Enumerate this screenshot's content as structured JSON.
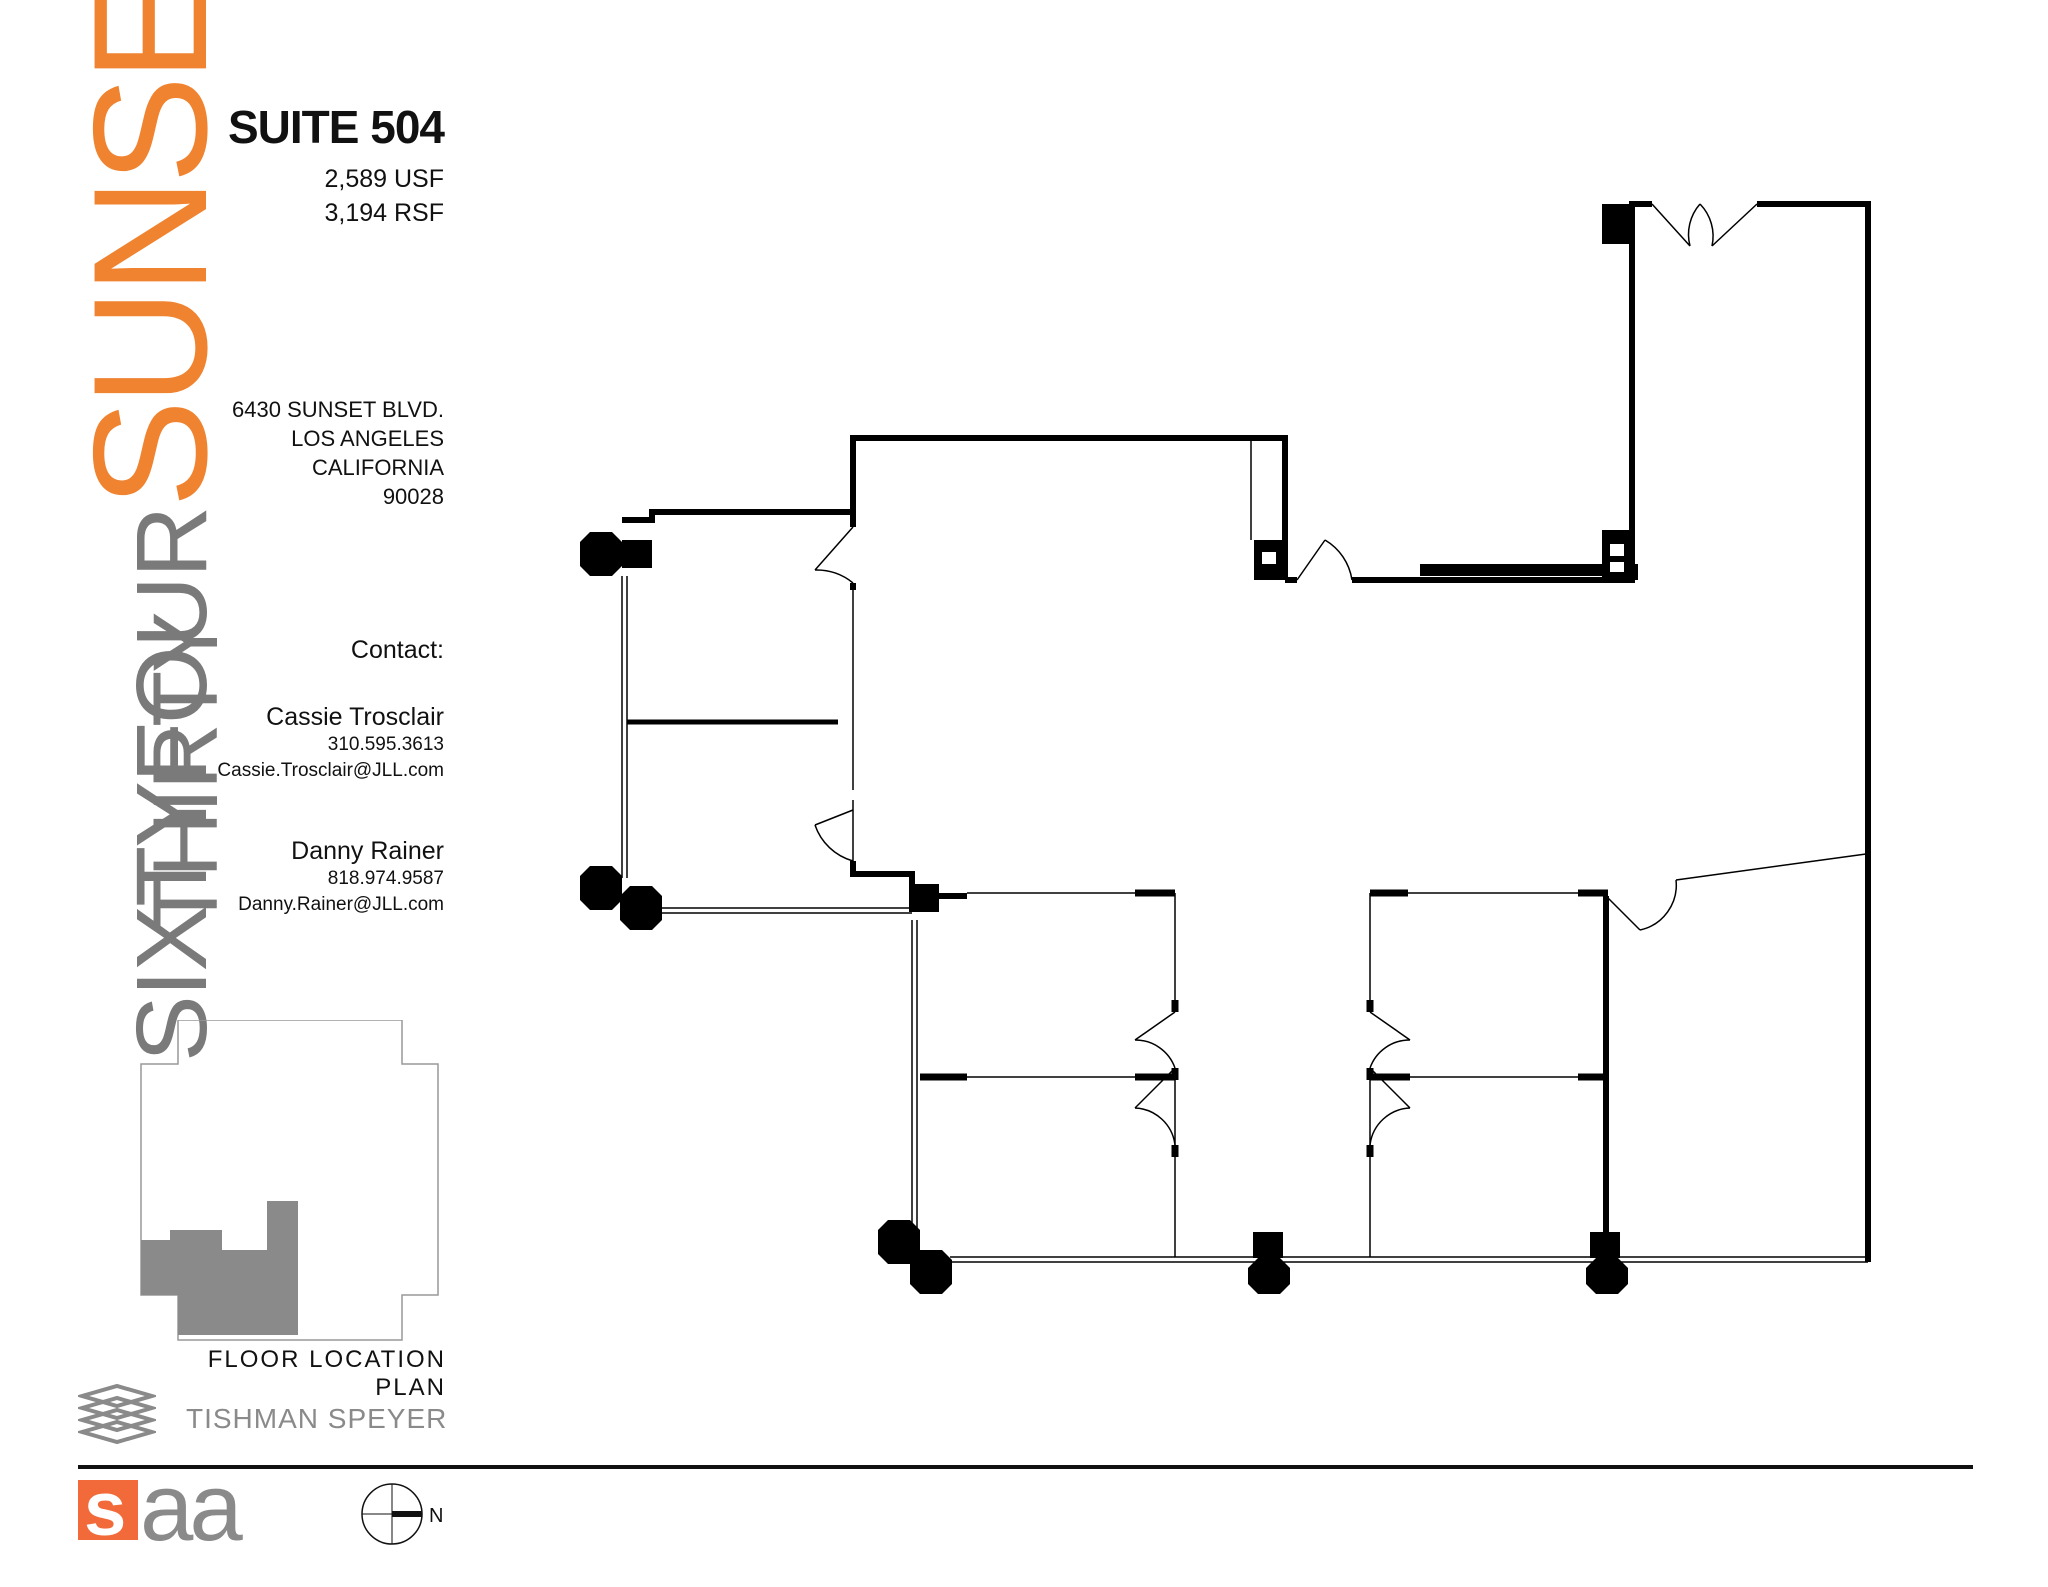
{
  "brand": {
    "word_sixty_four": "SIXTYFOUR",
    "word_sunset": "SUNSET",
    "word_thirty": "THIRTY",
    "accent_color": "#f08330",
    "gray_color": "#7a7a7a"
  },
  "suite": {
    "title": "SUITE 504",
    "usf": "2,589 USF",
    "rsf": "3,194 RSF"
  },
  "address": {
    "line1": "6430 SUNSET BLVD.",
    "line2": "LOS ANGELES",
    "line3": "CALIFORNIA",
    "line4": "90028"
  },
  "contacts": {
    "heading": "Contact:",
    "people": [
      {
        "name": "Cassie Trosclair",
        "phone": "310.595.3613",
        "email": "Cassie.Trosclair@JLL.com"
      },
      {
        "name": "Danny Rainer",
        "phone": "818.974.9587",
        "email": "Danny.Rainer@JLL.com"
      }
    ]
  },
  "floor_location_plan": {
    "label": "FLOOR LOCATION PLAN"
  },
  "footer": {
    "owner": "TISHMAN SPEYER",
    "architect_logo_text": "aa",
    "architect_logo_mark": "s",
    "north_label": "N"
  }
}
